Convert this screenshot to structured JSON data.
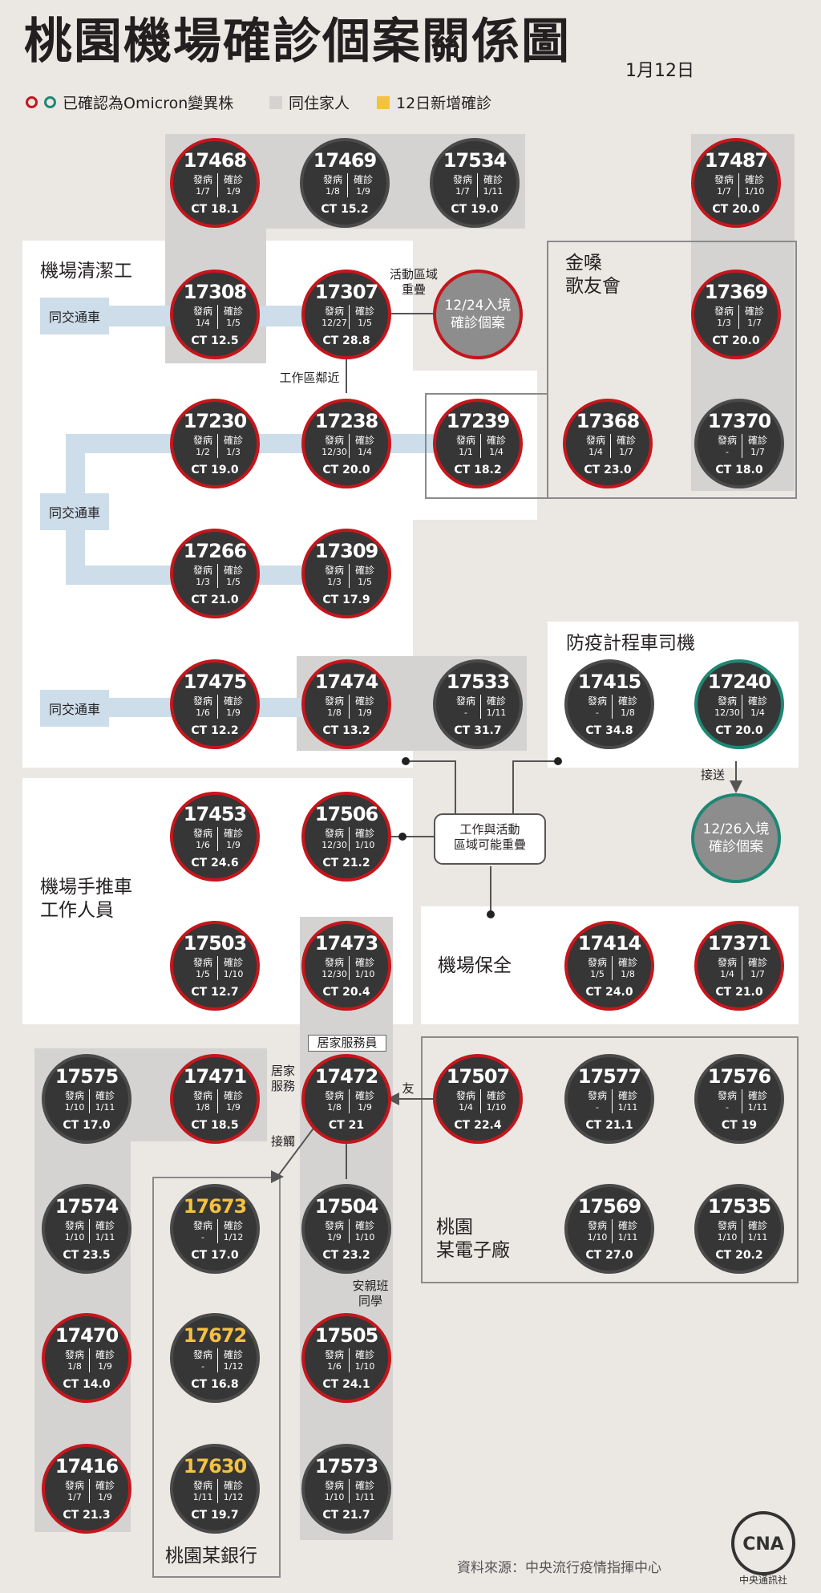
{
  "header": {
    "title": "桃園機場確診個案關係圖",
    "date": "1月12日"
  },
  "legend": {
    "omicron": "已確認為Omicron變異株",
    "household": "同住家人",
    "new_case": "12日新增確診"
  },
  "colors": {
    "background": "#ebe7e3",
    "omicron_red": "#c4161c",
    "omicron_teal": "#1e8774",
    "household_grey": "#d5d3d2",
    "new_case_yellow": "#f5c143",
    "commute_blue": "#cdddea"
  },
  "groups": {
    "cleaner": "機場清潔工",
    "singing": "金嗓\n歌友會",
    "taxi": "防疫計程車司機",
    "cart": "機場手推車\n工作人員",
    "security": "機場保全",
    "electronics": "桃園\n某電子廠",
    "bank": "桃園某銀行"
  },
  "routes": {
    "r1": "同交通車",
    "r2": "同交通車",
    "r3": "同交通車"
  },
  "annotations": {
    "activity": "活動區域\n重疊",
    "work_near": "工作區鄰近",
    "possible_overlap": "工作與活動\n區域可能重疊",
    "pickup": "接送",
    "home_service_tag": "居家服務員",
    "home_service": "居家\n服務",
    "friend": "友",
    "contact": "接觸",
    "classmate": "安親班\n同學"
  },
  "imported": {
    "i1224": "12/24入境\n確診個案",
    "i1226": "12/26入境\n確診個案"
  },
  "case_labels": {
    "onset": "發病",
    "confirm": "確診"
  },
  "cases": {
    "c17468": {
      "id": "17468",
      "onset": "1/7",
      "confirm": "1/9",
      "ct": "CT 18.1"
    },
    "c17469": {
      "id": "17469",
      "onset": "1/8",
      "confirm": "1/9",
      "ct": "CT 15.2"
    },
    "c17534": {
      "id": "17534",
      "onset": "1/7",
      "confirm": "1/11",
      "ct": "CT 19.0"
    },
    "c17487": {
      "id": "17487",
      "onset": "1/7",
      "confirm": "1/10",
      "ct": "CT 20.0"
    },
    "c17308": {
      "id": "17308",
      "onset": "1/4",
      "confirm": "1/5",
      "ct": "CT 12.5"
    },
    "c17307": {
      "id": "17307",
      "onset": "12/27",
      "confirm": "1/5",
      "ct": "CT 28.8"
    },
    "c17369": {
      "id": "17369",
      "onset": "1/3",
      "confirm": "1/7",
      "ct": "CT 20.0"
    },
    "c17230": {
      "id": "17230",
      "onset": "1/2",
      "confirm": "1/3",
      "ct": "CT 19.0"
    },
    "c17238": {
      "id": "17238",
      "onset": "12/30",
      "confirm": "1/4",
      "ct": "CT 20.0"
    },
    "c17239": {
      "id": "17239",
      "onset": "1/1",
      "confirm": "1/4",
      "ct": "CT 18.2"
    },
    "c17368": {
      "id": "17368",
      "onset": "1/4",
      "confirm": "1/7",
      "ct": "CT 23.0"
    },
    "c17370": {
      "id": "17370",
      "onset": "-",
      "confirm": "1/7",
      "ct": "CT 18.0"
    },
    "c17266": {
      "id": "17266",
      "onset": "1/3",
      "confirm": "1/5",
      "ct": "CT 21.0"
    },
    "c17309": {
      "id": "17309",
      "onset": "1/3",
      "confirm": "1/5",
      "ct": "CT 17.9"
    },
    "c17475": {
      "id": "17475",
      "onset": "1/6",
      "confirm": "1/9",
      "ct": "CT 12.2"
    },
    "c17474": {
      "id": "17474",
      "onset": "1/8",
      "confirm": "1/9",
      "ct": "CT 13.2"
    },
    "c17533": {
      "id": "17533",
      "onset": "-",
      "confirm": "1/11",
      "ct": "CT 31.7"
    },
    "c17415": {
      "id": "17415",
      "onset": "-",
      "confirm": "1/8",
      "ct": "CT 34.8"
    },
    "c17240": {
      "id": "17240",
      "onset": "12/30",
      "confirm": "1/4",
      "ct": "CT 20.0"
    },
    "c17453": {
      "id": "17453",
      "onset": "1/6",
      "confirm": "1/9",
      "ct": "CT 24.6"
    },
    "c17506": {
      "id": "17506",
      "onset": "12/30",
      "confirm": "1/10",
      "ct": "CT 21.2"
    },
    "c17503": {
      "id": "17503",
      "onset": "1/5",
      "confirm": "1/10",
      "ct": "CT 12.7"
    },
    "c17473": {
      "id": "17473",
      "onset": "12/30",
      "confirm": "1/10",
      "ct": "CT 20.4"
    },
    "c17414": {
      "id": "17414",
      "onset": "1/5",
      "confirm": "1/8",
      "ct": "CT 24.0"
    },
    "c17371": {
      "id": "17371",
      "onset": "1/4",
      "confirm": "1/7",
      "ct": "CT 21.0"
    },
    "c17575": {
      "id": "17575",
      "onset": "1/10",
      "confirm": "1/11",
      "ct": "CT 17.0"
    },
    "c17471": {
      "id": "17471",
      "onset": "1/8",
      "confirm": "1/9",
      "ct": "CT 18.5"
    },
    "c17472": {
      "id": "17472",
      "onset": "1/8",
      "confirm": "1/9",
      "ct": "CT 21"
    },
    "c17507": {
      "id": "17507",
      "onset": "1/4",
      "confirm": "1/10",
      "ct": "CT 22.4"
    },
    "c17577": {
      "id": "17577",
      "onset": "-",
      "confirm": "1/11",
      "ct": "CT 21.1"
    },
    "c17576": {
      "id": "17576",
      "onset": "-",
      "confirm": "1/11",
      "ct": "CT 19"
    },
    "c17574": {
      "id": "17574",
      "onset": "1/10",
      "confirm": "1/11",
      "ct": "CT 23.5"
    },
    "c17673": {
      "id": "17673",
      "onset": "-",
      "confirm": "1/12",
      "ct": "CT 17.0"
    },
    "c17504": {
      "id": "17504",
      "onset": "1/9",
      "confirm": "1/10",
      "ct": "CT 23.2"
    },
    "c17569": {
      "id": "17569",
      "onset": "1/10",
      "confirm": "1/11",
      "ct": "CT 27.0"
    },
    "c17535": {
      "id": "17535",
      "onset": "1/10",
      "confirm": "1/11",
      "ct": "CT 20.2"
    },
    "c17470": {
      "id": "17470",
      "onset": "1/8",
      "confirm": "1/9",
      "ct": "CT 14.0"
    },
    "c17672": {
      "id": "17672",
      "onset": "-",
      "confirm": "1/12",
      "ct": "CT 16.8"
    },
    "c17505": {
      "id": "17505",
      "onset": "1/6",
      "confirm": "1/10",
      "ct": "CT 24.1"
    },
    "c17416": {
      "id": "17416",
      "onset": "1/7",
      "confirm": "1/9",
      "ct": "CT 21.3"
    },
    "c17630": {
      "id": "17630",
      "onset": "1/11",
      "confirm": "1/12",
      "ct": "CT 19.7"
    },
    "c17573": {
      "id": "17573",
      "onset": "1/10",
      "confirm": "1/11",
      "ct": "CT 21.7"
    }
  },
  "footer": {
    "source": "資料來源：中央流行疫情指揮中心",
    "logo_text": "中央通訊社",
    "logo_mark": "CNA"
  }
}
